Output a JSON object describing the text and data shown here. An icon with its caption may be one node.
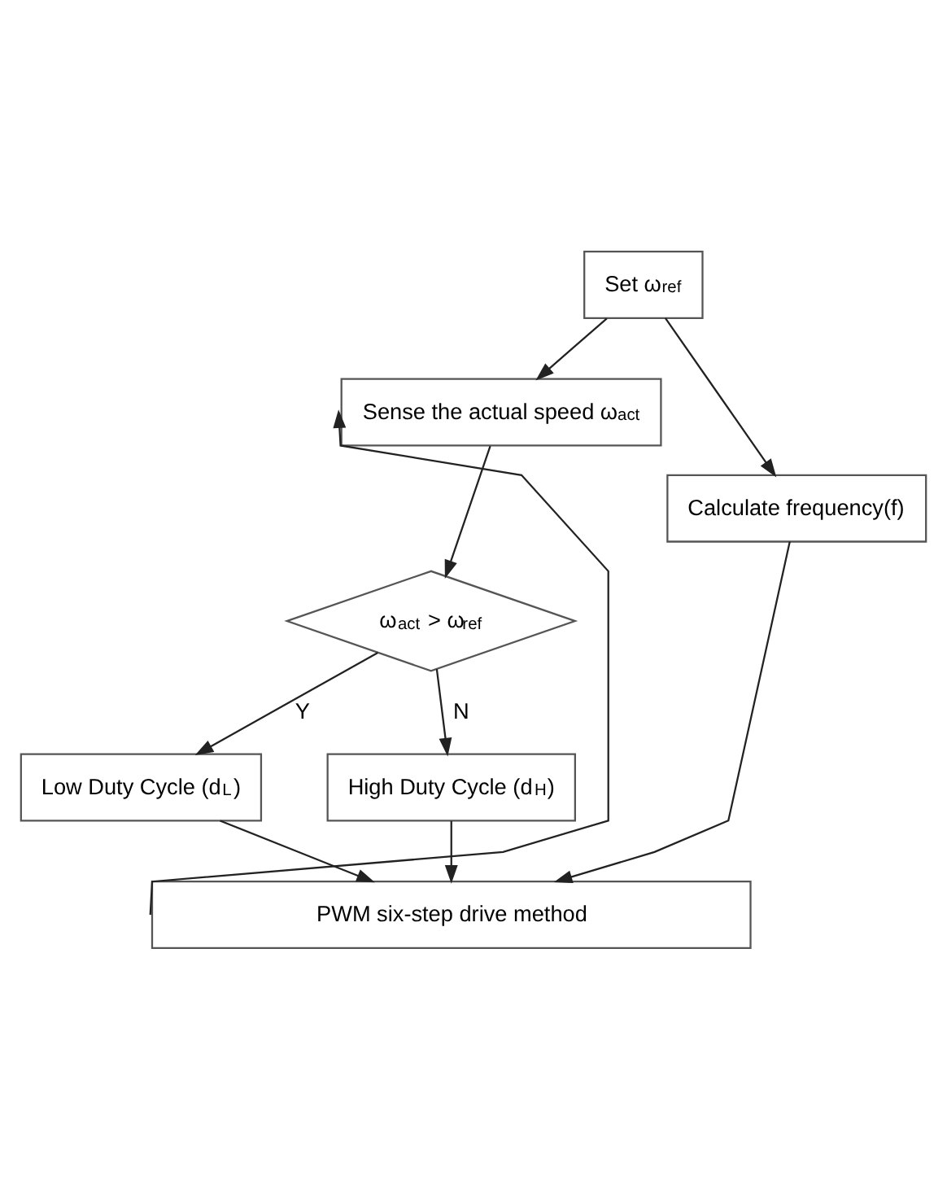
{
  "diagram": {
    "nodes": [
      {
        "text": [
          "Set ω$_{ref}$"
        ]
      },
      {
        "text": [
          "Sense the actual speed ω$_{act}$"
        ]
      },
      {
        "text": [
          "Calculate frequency(f)"
        ]
      },
      {
        "text": [
          "ω$_{act}$ > ω$_{ref}$"
        ]
      },
      {
        "text": [
          "Low Duty Cycle (d$_{L}$)"
        ]
      },
      {
        "text": [
          "High Duty Cycle (d$_{H}$)"
        ]
      },
      {
        "text": [
          "PWM six-step drive method"
        ]
      }
    ],
    "edges": [
      {
        "from": 0,
        "to": 1,
        "arrow": "to"
      },
      {
        "from": 0,
        "to": 2,
        "arrow": "to"
      },
      {
        "from": 1,
        "to": 3,
        "arrow": "to"
      },
      {
        "from": 3,
        "to": 4,
        "arrow": "to",
        "label": "Y"
      },
      {
        "from": 3,
        "to": 5,
        "arrow": "to",
        "label": "N"
      },
      {
        "from": 4,
        "to": 6,
        "arrow": "to"
      },
      {
        "from": 5,
        "to": 6,
        "arrow": "to"
      },
      {
        "from": 2,
        "to": 6,
        "arrow": "to"
      },
      {
        "from": 6,
        "to": 1,
        "arrow": "to"
      }
    ]
  }
}
